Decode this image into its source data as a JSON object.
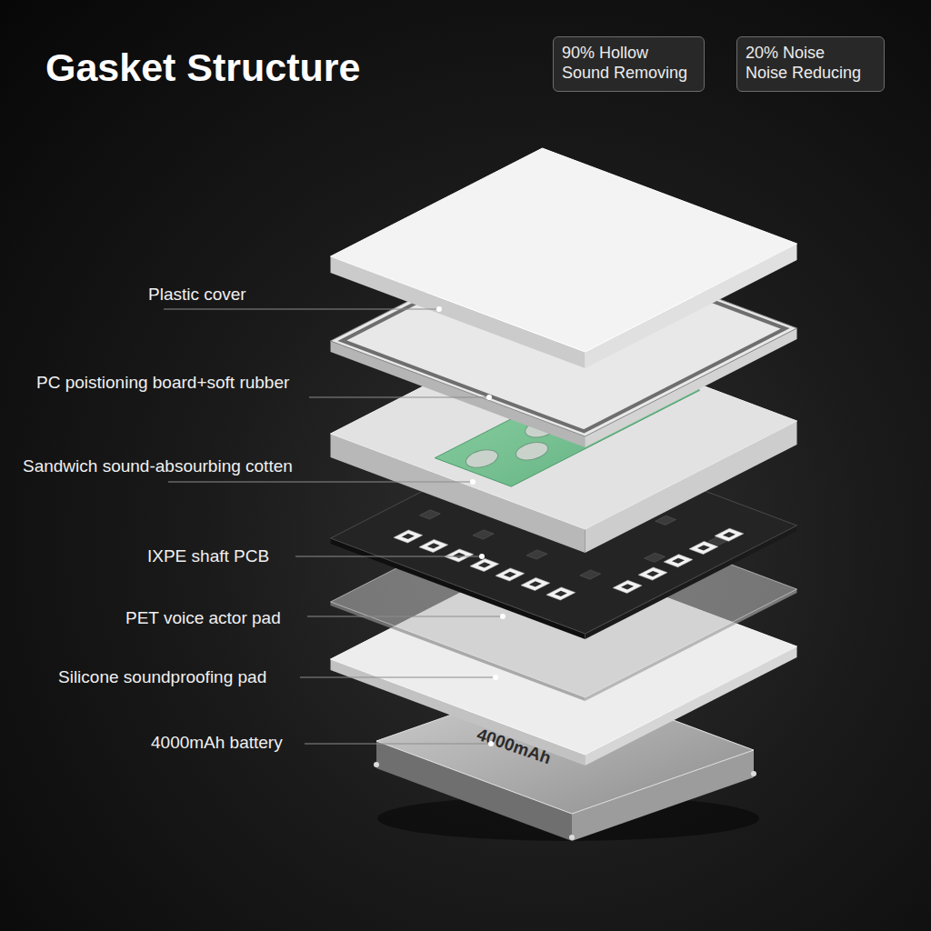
{
  "diagram": {
    "title": "Gasket Structure",
    "nodes": [
      {
        "text": [
          "90% Hollow Sound Removing"
        ]
      },
      {
        "text": [
          "20% Noise Noise Reducing"
        ]
      },
      {
        "text": [
          "4000mAh"
        ]
      }
    ],
    "labels": [
      "Plastic cover",
      "PC poistioning board+soft rubber",
      "Sandwich sound-absourbing cotten",
      "IXPE shaft PCB",
      "PET voice actor pad",
      "Silicone soundproofing pad",
      "4000mAh battery"
    ]
  }
}
